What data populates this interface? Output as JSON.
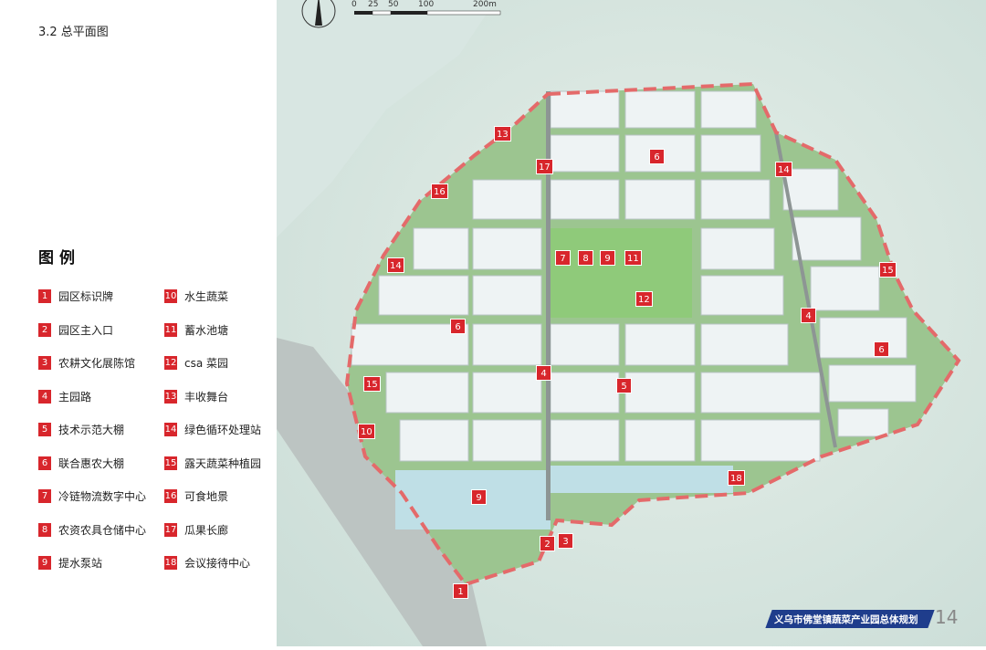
{
  "header": {
    "title": "3.2  总平面图"
  },
  "scale": {
    "ticks": [
      "0",
      "25",
      "50",
      "100",
      "200m"
    ]
  },
  "legend": {
    "title": "图例",
    "items": [
      {
        "n": "1",
        "label": "园区标识牌"
      },
      {
        "n": "2",
        "label": "园区主入口"
      },
      {
        "n": "3",
        "label": "农耕文化展陈馆"
      },
      {
        "n": "4",
        "label": "主园路"
      },
      {
        "n": "5",
        "label": "技术示范大棚"
      },
      {
        "n": "6",
        "label": "联合惠农大棚"
      },
      {
        "n": "7",
        "label": "冷链物流数字中心"
      },
      {
        "n": "8",
        "label": "农资农具仓储中心"
      },
      {
        "n": "9",
        "label": "提水泵站"
      },
      {
        "n": "10",
        "label": "水生蔬菜"
      },
      {
        "n": "11",
        "label": "蓄水池塘"
      },
      {
        "n": "12",
        "label": "csa 菜园"
      },
      {
        "n": "13",
        "label": "丰收舞台"
      },
      {
        "n": "14",
        "label": "绿色循环处理站"
      },
      {
        "n": "15",
        "label": "露天蔬菜种植园"
      },
      {
        "n": "16",
        "label": "可食地景"
      },
      {
        "n": "17",
        "label": "瓜果长廊"
      },
      {
        "n": "18",
        "label": "会议接待中心"
      }
    ]
  },
  "map_markers": [
    "13",
    "17",
    "6",
    "14",
    "16",
    "7",
    "8",
    "9",
    "11",
    "14",
    "15",
    "12",
    "4",
    "6",
    "6",
    "4",
    "5",
    "15",
    "10",
    "18",
    "9",
    "2",
    "3",
    "1"
  ],
  "footer": {
    "text": "义乌市佛堂镇蔬菜产业园总体规划",
    "page": "14"
  },
  "colors": {
    "marker": "#d8262c",
    "footer": "#1f3d8c",
    "boundary": "#e46a6a"
  }
}
